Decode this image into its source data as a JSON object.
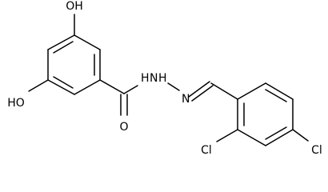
{
  "diagram": {
    "type": "chemical-structure",
    "atom_labels": {
      "oh_top": "OH",
      "oh_left": "HO",
      "carbonyl_o": "O",
      "nh_left": "H",
      "nh_n": "N",
      "nh_right": "H",
      "imine_n": "N",
      "cl_left": "Cl",
      "cl_right": "Cl"
    },
    "colors": {
      "bond": "#000000",
      "text": "#000000",
      "background": "#ffffff"
    }
  }
}
